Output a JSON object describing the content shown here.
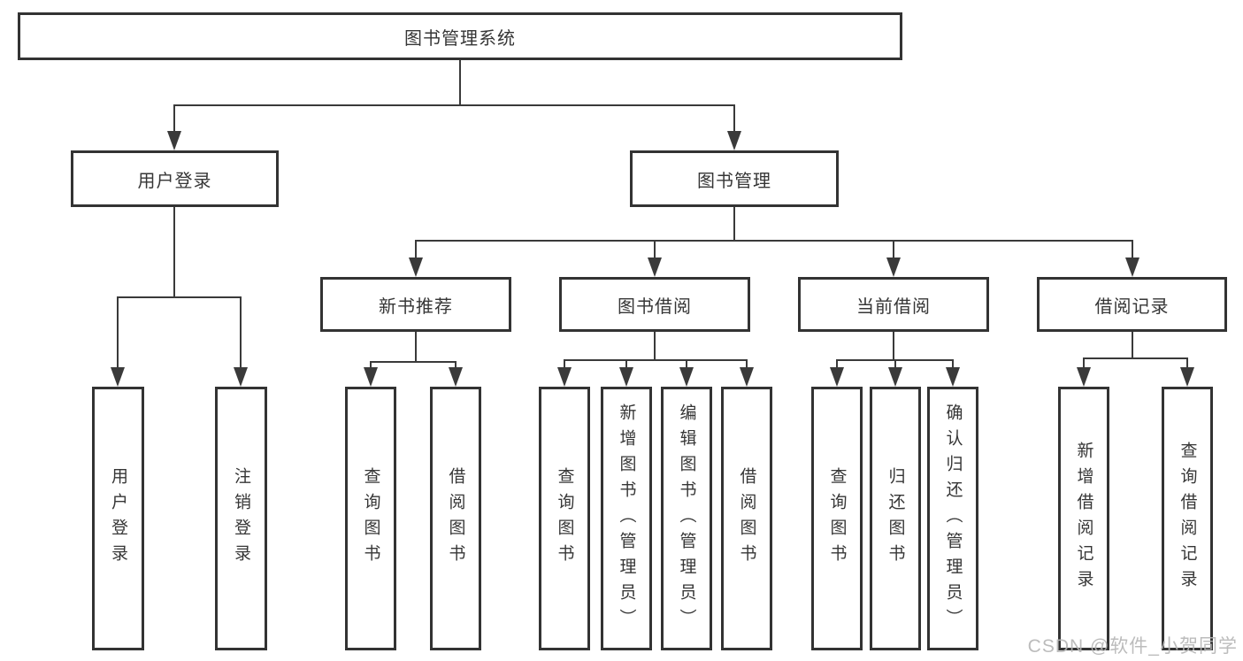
{
  "diagram": {
    "title": "图书管理系统",
    "root": {
      "label": "图书管理系统"
    },
    "branches": [
      {
        "label": "用户登录",
        "children": [
          "用户登录",
          "注销登录"
        ]
      },
      {
        "label": "图书管理",
        "modules": [
          {
            "label": "新书推荐",
            "children": [
              "查询图书",
              "借阅图书"
            ]
          },
          {
            "label": "图书借阅",
            "children": [
              "查询图书",
              "新增图书（管理员）",
              "编辑图书（管理员）",
              "借阅图书"
            ]
          },
          {
            "label": "当前借阅",
            "children": [
              "查询图书",
              "归还图书",
              "确认归还（管理员）"
            ]
          },
          {
            "label": "借阅记录",
            "children": [
              "新增借阅记录",
              "查询借阅记录"
            ]
          }
        ]
      }
    ]
  },
  "watermark": {
    "text": "CSDN @软件_小贺同学"
  },
  "colors": {
    "line": "#3a3a3a",
    "border": "#333333",
    "text": "#363636",
    "watermark": "#b5b5b5",
    "background": "#ffffff"
  }
}
